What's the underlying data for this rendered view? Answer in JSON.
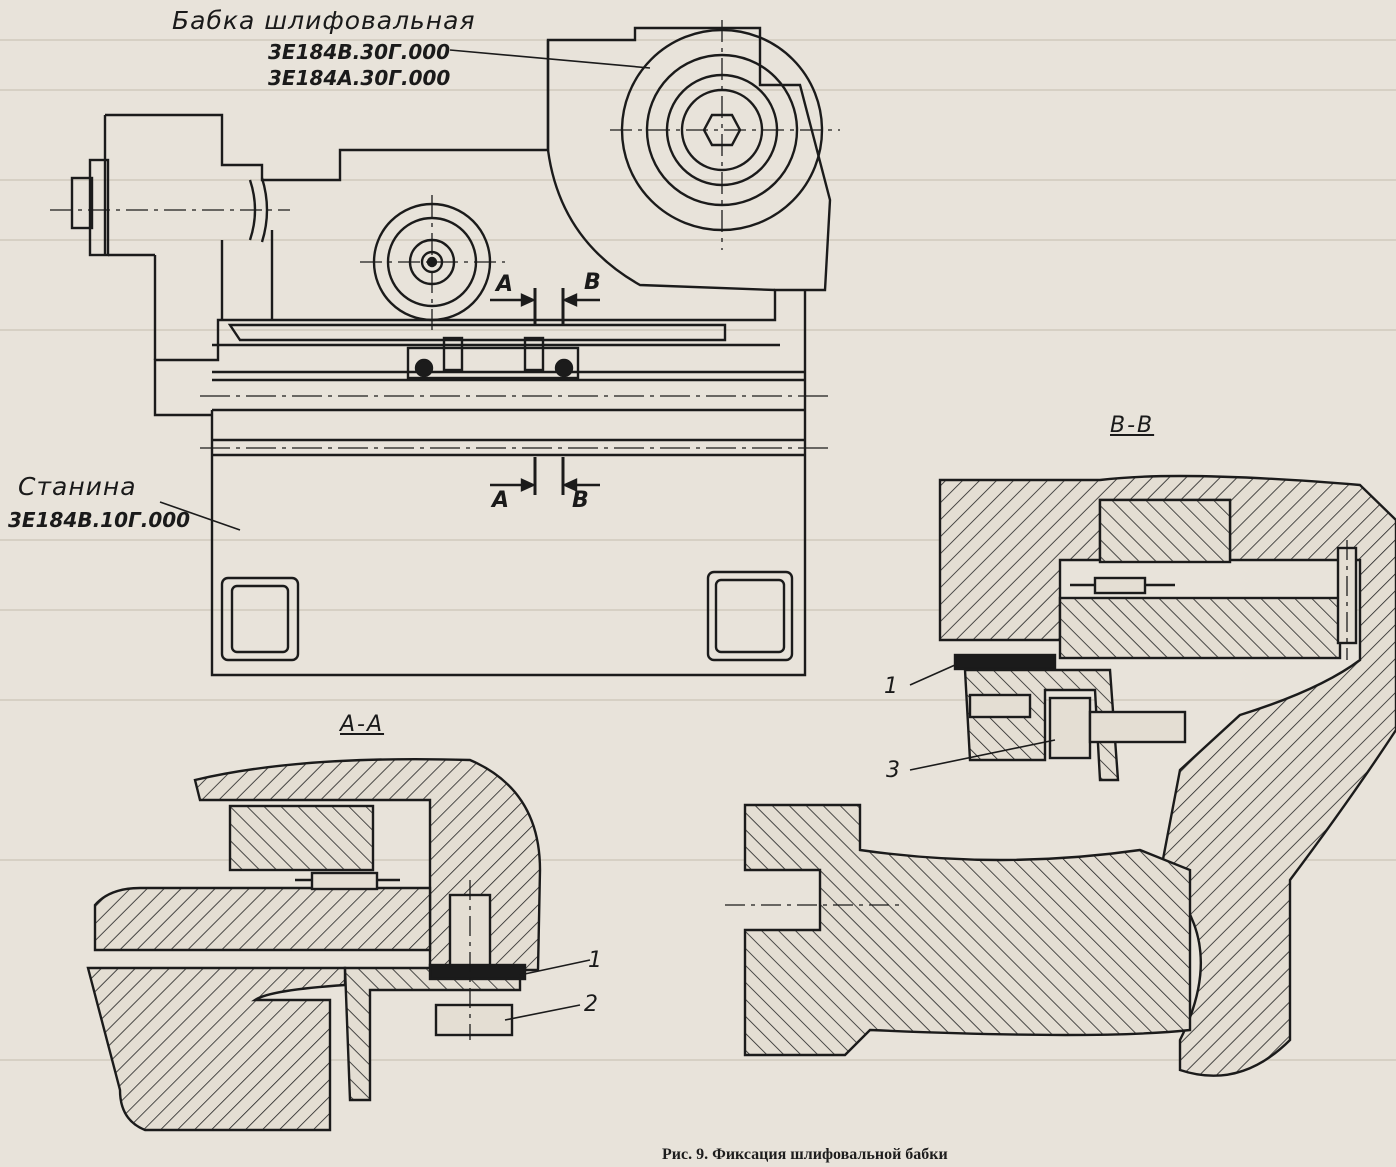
{
  "grinding_head": {
    "title": "Бабка шлифовальная",
    "codes": [
      "3Е184В.30Г.000",
      "3Е184А.30Г.000"
    ]
  },
  "bed": {
    "title": "Станина",
    "code": "3Е184В.10Г.000"
  },
  "section_cuts": {
    "a_top": "А",
    "b_top": "В",
    "a_bottom": "А",
    "b_bottom": "В"
  },
  "section_titles": {
    "aa": "А-А",
    "bb": "В-В"
  },
  "callouts": {
    "aa_1": "1",
    "aa_2": "2",
    "bb_1": "1",
    "bb_3": "3"
  },
  "caption": "Рис. 9. Фиксация шлифовальной бабки"
}
